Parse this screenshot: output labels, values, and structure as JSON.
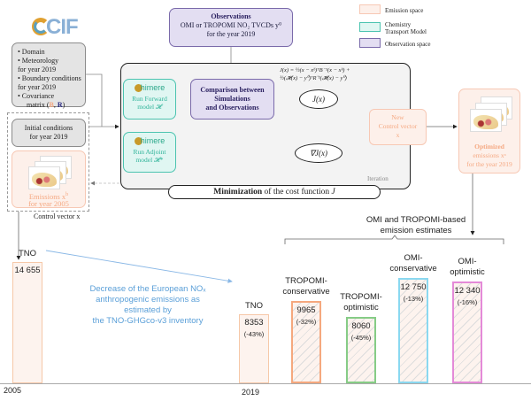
{
  "logo": {
    "text": "CIF"
  },
  "inputs": {
    "items": [
      "• Domain",
      "• Meteorology",
      "for year 2019",
      "• Boundary conditions",
      "for year 2019",
      "• Covariance"
    ],
    "covariance_prefix": "matrix (",
    "B": "B",
    "sep": ", ",
    "R": "R",
    "covariance_suffix": ")"
  },
  "initial_conditions": {
    "line1": "Initial conditions",
    "line2": "for year 2019"
  },
  "prior_emissions": {
    "line1": "Emissions x",
    "sup": "b",
    "line2": "for year 2005"
  },
  "control_vector_label": "Control vector x",
  "observations": {
    "title": "Observations",
    "line2": "OMI or TROPOMI NO₂ TVCDs y⁰",
    "line3": "for the year 2019"
  },
  "legend": [
    {
      "label": "Emission space",
      "color": "#fdf0ea",
      "border": "#f7c8b4"
    },
    {
      "label1": "Chemistry",
      "label2": "Transport Model",
      "color": "#e0f6f2",
      "border": "#4cc4b0"
    },
    {
      "label": "Observation space",
      "color": "#e3def2",
      "border": "#7a6aaa"
    }
  ],
  "forward_model": {
    "logo": "himere",
    "line1": "Run Forward",
    "line2": "model 𝓗"
  },
  "adjoint_model": {
    "logo": "himere",
    "line1": "Run Adjoint",
    "line2": "model 𝓗*"
  },
  "comparison": {
    "line1": "Comparison between",
    "line2": "Simulations",
    "line3": "and Observations"
  },
  "cost_formula": {
    "line1": "J(x) = ½(x − xᵇ)ᵀB⁻¹(x − xᵇ) +",
    "line2": "½(𝓗(x) − y⁰)ᵀR⁻¹(𝓗(x) − y⁰)"
  },
  "cost_node": "J(x)",
  "gradient_node": "∇J(x)",
  "new_control_vector": {
    "line1": "New",
    "line2": "Control vector",
    "line3": "x"
  },
  "iteration_label": "Iteration",
  "minimization": {
    "bold": "Minimization",
    "rest": " of the cost function ",
    "var": "J"
  },
  "optimized": {
    "line1": "Optimized",
    "line2": "emissions xᵃ",
    "line3": "for the year 2019"
  },
  "omi_tropomi_title": {
    "line1": "OMI and  TROPOMI-based",
    "line2": "emission estimates"
  },
  "decrease_text": {
    "line1": "Decrease of the European NOₓ",
    "line2": "anthropogenic emissions as",
    "line3": "estimated by",
    "line4": "the TNO-GHGco-v3 inventory"
  },
  "chart_data": {
    "type": "bar",
    "title": "European NOx anthropogenic emissions",
    "categories": [
      "TNO 2005",
      "TNO 2019",
      "TROPOMI-conservative",
      "TROPOMI-optimistic",
      "OMI-conservative",
      "OMI-optimistic"
    ],
    "labels": [
      [
        "TNO"
      ],
      [
        "TNO"
      ],
      [
        "TROPOMI-",
        "conservative"
      ],
      [
        "TROPOMI-",
        "optimistic"
      ],
      [
        "OMI-",
        "conservative"
      ],
      [
        "OMI-",
        "optimistic"
      ]
    ],
    "values": [
      14655,
      8353,
      9965,
      8060,
      12750,
      12340
    ],
    "value_labels": [
      "14 655",
      "8353",
      "9965",
      "8060",
      "12 750",
      "12 340"
    ],
    "change_labels": [
      "",
      "(-43%)",
      "(-32%)",
      "(-45%)",
      "(-13%)",
      "(-16%)"
    ],
    "border_colors": [
      "#f6c8a8",
      "#f6c8a8",
      "#f5a87e",
      "#86cc86",
      "#8ad8f0",
      "#e48ad8"
    ],
    "hatched": [
      false,
      false,
      true,
      true,
      true,
      true
    ],
    "x_tick_labels": [
      "2005",
      "2019"
    ],
    "xlabel": "",
    "ylabel": "",
    "grid": false
  }
}
